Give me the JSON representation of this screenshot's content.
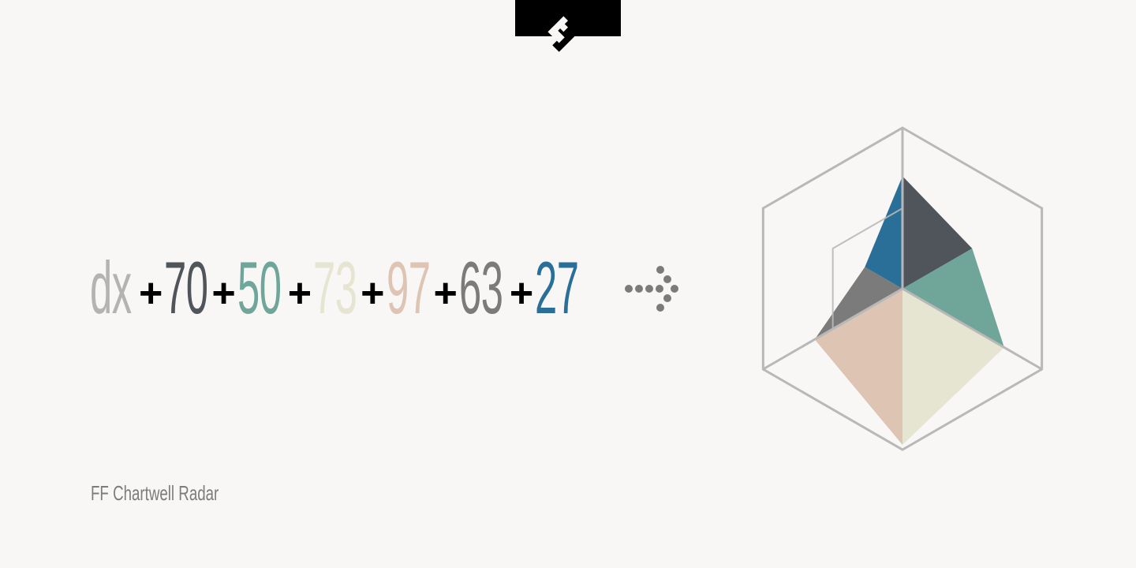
{
  "brand": {
    "logo_icon": "ff-logo-icon",
    "tab_color": "#000000"
  },
  "formula": {
    "prefix": "dx",
    "operator": "+",
    "values": [
      {
        "text": "70",
        "color": "#50555c"
      },
      {
        "text": "50",
        "color": "#6fa699"
      },
      {
        "text": "73",
        "color": "#e6e5d1"
      },
      {
        "text": "97",
        "color": "#ddc4b3"
      },
      {
        "text": "63",
        "color": "#7b7b7b"
      },
      {
        "text": "27",
        "color": "#2a6f98"
      }
    ],
    "prefix_color": "#b3b3b1"
  },
  "arrow": {
    "icon": "dotted-arrow-right-icon",
    "color": "#7b7b7b"
  },
  "chart_data": {
    "type": "radar",
    "axes": 6,
    "values": [
      70,
      50,
      73,
      97,
      63,
      27
    ],
    "colors": [
      "#50555c",
      "#6fa699",
      "#e6e5d1",
      "#ddc4b3",
      "#7b7b7b",
      "#2a6f98"
    ],
    "range": [
      0,
      100
    ],
    "frame_color": "#b8b8b8"
  },
  "footer": {
    "font_name": "FF Chartwell Radar"
  }
}
